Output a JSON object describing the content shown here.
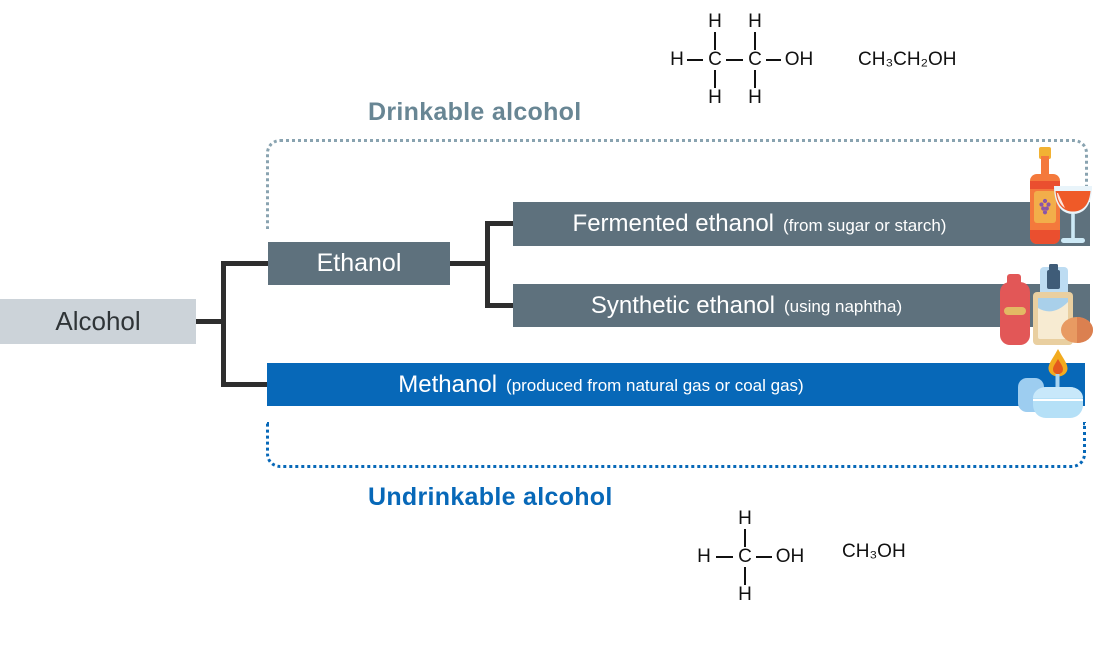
{
  "nodes": {
    "root": {
      "label": "Alcohol"
    },
    "ethanol": {
      "label": "Ethanol"
    },
    "fermented": {
      "label": "Fermented ethanol",
      "note": "(from sugar or starch)"
    },
    "synthetic": {
      "label": "Synthetic ethanol",
      "note": "(using naphtha)"
    },
    "methanol": {
      "label": "Methanol",
      "note": "(produced from natural gas or coal gas)"
    }
  },
  "sections": {
    "drinkable": {
      "label": "Drinkable alcohol",
      "text_color": "#688694",
      "border_color": "#89a3b0"
    },
    "undrinkable": {
      "label": "Undrinkable alcohol",
      "text_color": "#0768b8",
      "border_color": "#0768b8"
    }
  },
  "chemistry": {
    "ethanol": {
      "formula": "CH₃CH₂OH",
      "atoms": {
        "h_top_left": "H",
        "h_top_right": "H",
        "h_left": "H",
        "c1": "C",
        "c2": "C",
        "oh": "OH",
        "h_bottom_left": "H",
        "h_bottom_right": "H"
      }
    },
    "methanol": {
      "formula": "CH₃OH",
      "atoms": {
        "h_top": "H",
        "h_left": "H",
        "c": "C",
        "oh": "OH",
        "h_bottom": "H"
      }
    }
  },
  "icons": {
    "fermented": "wine-bottle-and-glass-icon",
    "synthetic": "cosmetics-bottles-icon",
    "methanol": "fuel-canister-flame-icon"
  },
  "colors": {
    "slate_box": "#5e717d",
    "blue_box": "#0768b8",
    "root_box": "#ccd3d9",
    "connector": "#2e2e2e"
  }
}
